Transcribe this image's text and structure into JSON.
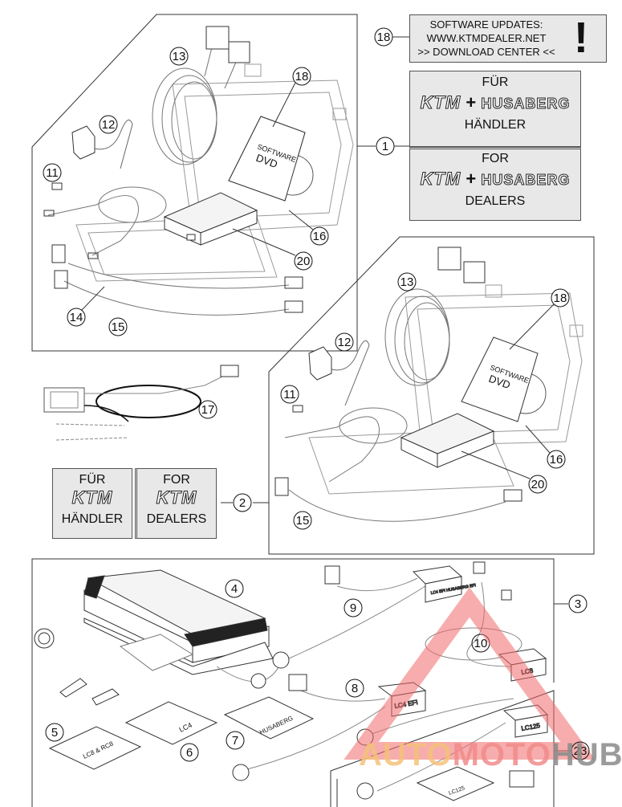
{
  "software_box": {
    "callout": "18",
    "lines": [
      "SOFTWARE UPDATES:",
      "WWW.KTMDEALER.NET",
      ">> DOWNLOAD CENTER <<"
    ],
    "exclaim": "!"
  },
  "kit1_labels": {
    "callout": "1",
    "de": {
      "top": "FÜR",
      "brand1": "KTM",
      "plus": "+",
      "brand2": "HUSABERG",
      "bottom": "HÄNDLER"
    },
    "en": {
      "top": "FOR",
      "brand1": "KTM",
      "plus": "+",
      "brand2": "HUSABERG",
      "bottom": "DEALERS"
    }
  },
  "kit2_labels": {
    "callout": "2",
    "de": {
      "top": "FÜR",
      "brand": "KTM",
      "bottom": "HÄNDLER"
    },
    "en": {
      "top": "FOR",
      "brand": "KTM",
      "bottom": "DEALERS"
    }
  },
  "kit1_callouts": [
    "13",
    "12",
    "11",
    "18",
    "16",
    "20",
    "14",
    "15"
  ],
  "kit2_callouts": [
    "13",
    "12",
    "11",
    "18",
    "16",
    "20",
    "15"
  ],
  "dvd": {
    "line1": "SOFTWARE",
    "line2": "DVD"
  },
  "cable17": {
    "callout": "17"
  },
  "kit3": {
    "callout": "3",
    "callouts": {
      "case": "4",
      "plate5": "5",
      "plate6": "6",
      "plate7": "7",
      "harness8": "8",
      "harness9": "9",
      "harness10": "10",
      "kit23": "23"
    },
    "plate_labels": {
      "plate5": "LC8 & RC8",
      "plate6": "LC4",
      "plate7": "HUSABERG",
      "plate_lc125": "LC125"
    },
    "box_labels": {
      "harness8": "LC4 EFI",
      "harness9": "LC4 EFI HUSABERG EFI",
      "harness10": "LC8",
      "lc125": "LC125"
    }
  },
  "watermark": {
    "part1": "AUTO",
    "part2": "MOTO",
    "part3": "HUB",
    "colors": {
      "auto": "#f5c27a",
      "moto": "#f28b8b",
      "hub": "#8a8a8a",
      "triangle": "#f06a6a"
    }
  }
}
